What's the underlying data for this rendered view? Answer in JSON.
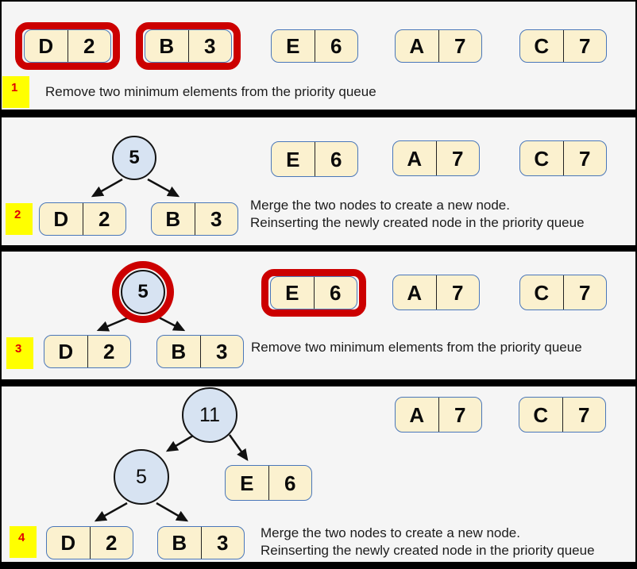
{
  "colors": {
    "background": "#f5f5f5",
    "frame": "#000000",
    "node_fill": "#fbf1cf",
    "node_border": "#4a77b9",
    "circle_fill": "#d7e3f2",
    "highlight_red": "#cc0000",
    "badge_yellow": "#ffff00",
    "badge_number": "#e00000"
  },
  "panels": [
    {
      "step": "1",
      "caption_lines": [
        "Remove two minimum elements from the priority queue"
      ],
      "queue": [
        {
          "letter": "D",
          "weight": "2",
          "highlighted": true
        },
        {
          "letter": "B",
          "weight": "3",
          "highlighted": true
        },
        {
          "letter": "E",
          "weight": "6",
          "highlighted": false
        },
        {
          "letter": "A",
          "weight": "7",
          "highlighted": false
        },
        {
          "letter": "C",
          "weight": "7",
          "highlighted": false
        }
      ]
    },
    {
      "step": "2",
      "caption_lines": [
        "Merge the two nodes to create a new node.",
        "Reinserting the newly created node in the priority queue"
      ],
      "tree": {
        "root": "5",
        "root_highlighted": false,
        "left": {
          "letter": "D",
          "weight": "2"
        },
        "right": {
          "letter": "B",
          "weight": "3"
        }
      },
      "queue": [
        {
          "letter": "E",
          "weight": "6",
          "highlighted": false
        },
        {
          "letter": "A",
          "weight": "7",
          "highlighted": false
        },
        {
          "letter": "C",
          "weight": "7",
          "highlighted": false
        }
      ]
    },
    {
      "step": "3",
      "caption_lines": [
        "Remove two minimum elements from the priority queue"
      ],
      "tree": {
        "root": "5",
        "root_highlighted": true,
        "left": {
          "letter": "D",
          "weight": "2"
        },
        "right": {
          "letter": "B",
          "weight": "3"
        }
      },
      "queue": [
        {
          "letter": "E",
          "weight": "6",
          "highlighted": true
        },
        {
          "letter": "A",
          "weight": "7",
          "highlighted": false
        },
        {
          "letter": "C",
          "weight": "7",
          "highlighted": false
        }
      ]
    },
    {
      "step": "4",
      "caption_lines": [
        "Merge the two nodes to create a new node.",
        "Reinserting the newly created node in the priority queue"
      ],
      "tree": {
        "root": "11",
        "inner": "5",
        "leaf": {
          "letter": "E",
          "weight": "6"
        },
        "left": {
          "letter": "D",
          "weight": "2"
        },
        "right": {
          "letter": "B",
          "weight": "3"
        }
      },
      "queue": [
        {
          "letter": "A",
          "weight": "7",
          "highlighted": false
        },
        {
          "letter": "C",
          "weight": "7",
          "highlighted": false
        }
      ]
    }
  ]
}
